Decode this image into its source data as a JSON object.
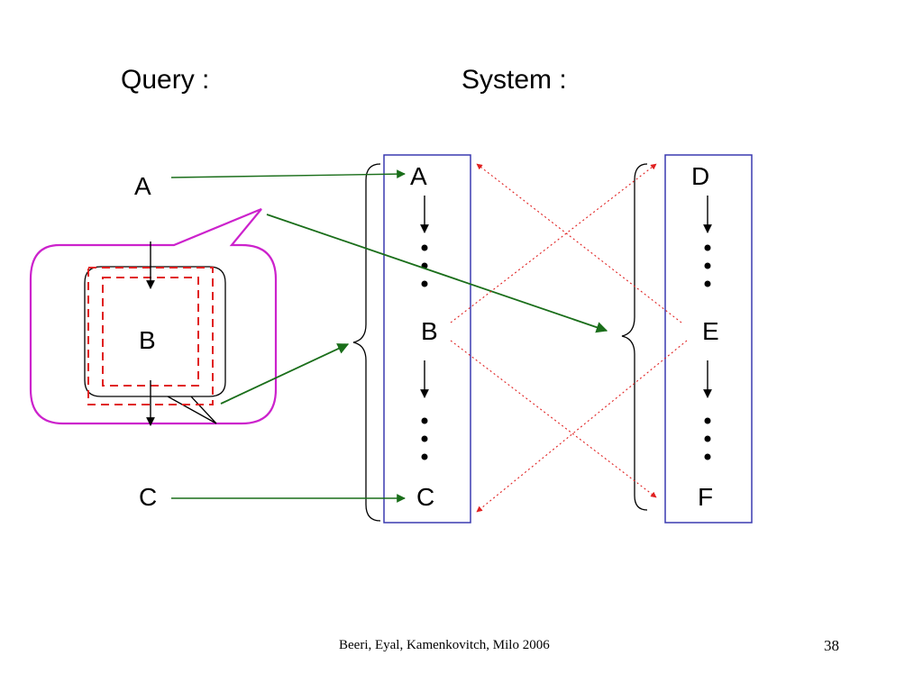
{
  "headings": {
    "query": "Query :",
    "system": "System :"
  },
  "query_nodes": {
    "a": "A",
    "b": "B",
    "c": "C"
  },
  "system_column_1": {
    "top": "A",
    "middle": "B",
    "bottom": "C"
  },
  "system_column_2": {
    "top": "D",
    "middle": "E",
    "bottom": "F"
  },
  "footer": {
    "credit": "Beeri, Eyal, Kamenkovitch, Milo  2006",
    "page": "38"
  },
  "colors": {
    "mapping_arrow": "#1a6e1a",
    "cross_link": "#e02020",
    "column_border": "#3a3ab0",
    "callout_border": "#cc22cc",
    "dashed_frame": "#e02020"
  }
}
